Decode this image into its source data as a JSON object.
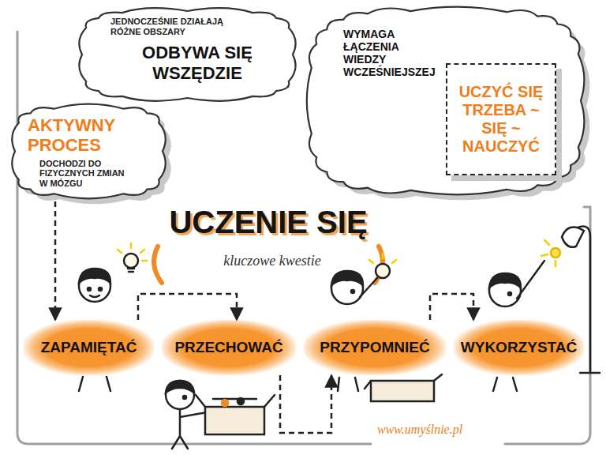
{
  "diagram": {
    "title": "UCZENIE SIĘ",
    "nodes": [
      {
        "text": [
          "JEDNOCZEŚNIE DZIAŁAJĄ RÓŻNE OBSZARY",
          "ODBYWA SIĘ WSZĘDZIE"
        ]
      },
      {
        "text": [
          "WYMAGA ŁĄCZENIA WIEDZY WCZEŚNIEJSZEJ"
        ]
      },
      {
        "text": [
          "UCZYĆ SIĘ TRZEBA ~ SIĘ ~ NAUCZYĆ"
        ],
        "in": 1
      },
      {
        "text": [
          "AKTYWNY PROCES",
          "DOCHODZI DO FIZYCZNYCH ZMIAN W MÓZGU"
        ]
      },
      {
        "text": [
          "ZAPAMIĘTAĆ"
        ]
      },
      {
        "text": [
          "PRZECHOWAĆ"
        ]
      },
      {
        "text": [
          "PRZYPOMNIEĆ"
        ]
      },
      {
        "text": [
          "WYKORZYSTAĆ"
        ]
      }
    ],
    "edges": [
      {
        "from": 3,
        "to": 4,
        "arrow": "to"
      },
      {
        "from": 4,
        "to": 5,
        "arrow": "to"
      },
      {
        "from": 5,
        "to": 6,
        "arrow": "to"
      },
      {
        "from": 6,
        "to": 7,
        "arrow": "to"
      }
    ],
    "labels": [
      "kluczowe kwestie",
      "www.umyślnie.pl"
    ]
  }
}
